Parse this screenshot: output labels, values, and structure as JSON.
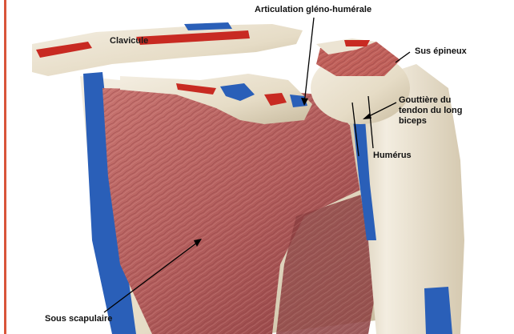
{
  "labels": {
    "articulation": "Articulation gléno-humérale",
    "clavicule": "Clavicule",
    "sus_epineux": "Sus épineux",
    "gouttiere_line1": "Gouttière du",
    "gouttiere_line2": "tendon du long",
    "gouttiere_line3": "biceps",
    "humerus": "Humérus",
    "sous_scapulaire": "Sous scapulaire"
  },
  "colors": {
    "bone": "#ece4d3",
    "bone_shadow": "#c9bda5",
    "muscle": "#b0585a",
    "muscle_dark": "#7e3436",
    "muscle_light": "#d18a86",
    "blue_insertion": "#2a5fb8",
    "red_insertion": "#c82a22",
    "border_accent": "#d9553a"
  }
}
